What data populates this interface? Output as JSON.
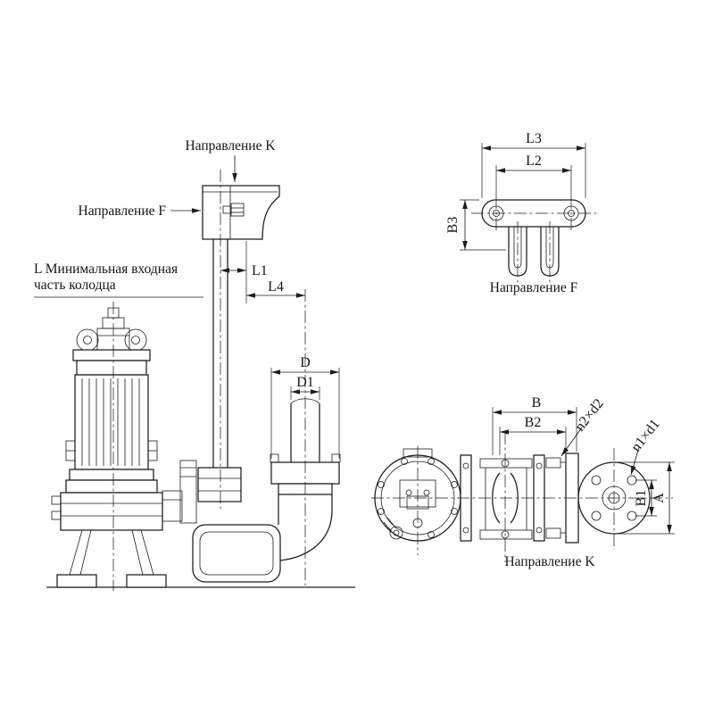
{
  "colors": {
    "line": "#1c1c1c",
    "background": "#ffffff"
  },
  "views": {
    "main": {
      "direction_k_label": "Направление K",
      "direction_f_label": "Направление F",
      "note_line1": "L Минимальная входная",
      "note_line2": "часть колодца",
      "dims": {
        "l1": "L1",
        "l4": "L4",
        "d": "D",
        "d1": "D1"
      }
    },
    "bracket_f": {
      "dims": {
        "l3": "L3",
        "l2": "L2",
        "b3": "B3"
      },
      "caption": "Направление F"
    },
    "view_k": {
      "dims": {
        "b": "B",
        "b2": "B2",
        "n2d2": "n2×d2",
        "n1d1": "n1×d1",
        "b1": "B1",
        "a": "A"
      },
      "caption": "Направление K"
    }
  }
}
